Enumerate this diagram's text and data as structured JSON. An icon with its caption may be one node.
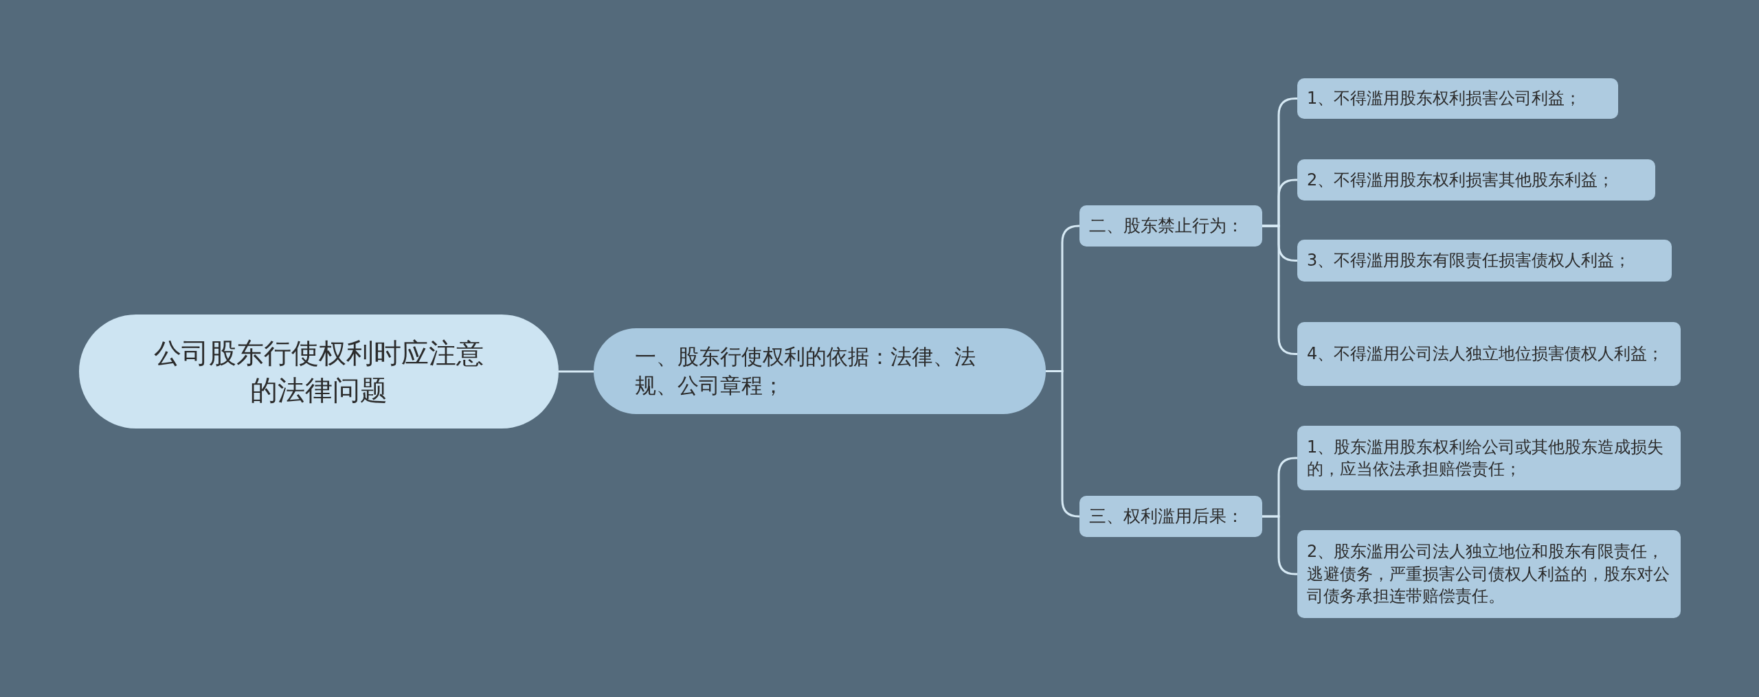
{
  "diagram": {
    "nodes": [
      {
        "text": [
          "公司股东行使权利时应注意的法律问题"
        ]
      },
      {
        "text": [
          "一、股东行使权利的依据：法律、法规、公司章程；"
        ]
      },
      {
        "text": [
          "二、股东禁止行为："
        ]
      },
      {
        "text": [
          "1、不得滥用股东权利损害公司利益；"
        ]
      },
      {
        "text": [
          "2、不得滥用股东权利损害其他股东利益；"
        ]
      },
      {
        "text": [
          "3、不得滥用股东有限责任损害债权人利益；"
        ]
      },
      {
        "text": [
          "4、不得滥用公司法人独立地位损害债权人利益；"
        ]
      },
      {
        "text": [
          "三、权利滥用后果："
        ]
      },
      {
        "text": [
          "1、股东滥用股东权利给公司或其他股东造成损失的，应当依法承担赔偿责任；"
        ]
      },
      {
        "text": [
          "2、股东滥用公司法人独立地位和股东有限责任，逃避债务，严重损害公司债权人利益的，股东对公司债务承担连带赔偿责任。"
        ]
      }
    ],
    "edges": [
      {
        "from": 0,
        "to": 1,
        "arrow": "none"
      },
      {
        "from": 1,
        "to": 2,
        "arrow": "none"
      },
      {
        "from": 1,
        "to": 7,
        "arrow": "none"
      },
      {
        "from": 2,
        "to": 3,
        "arrow": "none"
      },
      {
        "from": 2,
        "to": 4,
        "arrow": "none"
      },
      {
        "from": 2,
        "to": 5,
        "arrow": "none"
      },
      {
        "from": 2,
        "to": 6,
        "arrow": "none"
      },
      {
        "from": 7,
        "to": 8,
        "arrow": "none"
      },
      {
        "from": 7,
        "to": 9,
        "arrow": "none"
      }
    ]
  }
}
